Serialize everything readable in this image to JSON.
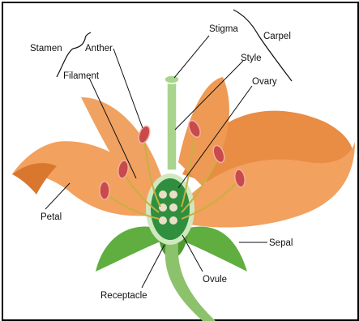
{
  "labels": {
    "stamen": "Stamen",
    "anther": "Anther",
    "filament": "Filament",
    "stigma": "Stigma",
    "carpel": "Carpel",
    "style": "Style",
    "ovary": "Ovary",
    "petal": "Petal",
    "sepal": "Sepal",
    "ovule": "Ovule",
    "receptacle": "Receptacle"
  },
  "colors": {
    "petal": "#f2a15f",
    "petal_dark": "#d9772f",
    "leaf": "#5fae3f",
    "stem": "#8cc26c",
    "ovary": "#2f8f3f",
    "ovule": "#eadfc6",
    "anther": "#c94a4a",
    "filament": "#c8b040"
  }
}
